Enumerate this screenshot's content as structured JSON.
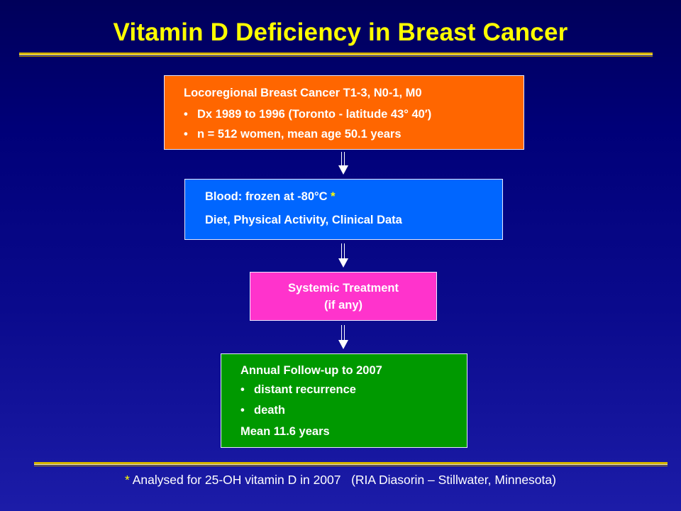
{
  "slide": {
    "title": "Vitamin D Deficiency in Breast Cancer"
  },
  "boxes": {
    "cohort": {
      "heading": "Locoregional Breast Cancer T1-3, N0-1, M0",
      "bullets": [
        "Dx 1989 to 1996 (Toronto - latitude 43° 40′)",
        "n = 512 women, mean age 50.1 years"
      ],
      "color": "#ff6600"
    },
    "blood": {
      "line1": "Blood: frozen at -80°C",
      "marker": "*",
      "line2": "Diet, Physical Activity, Clinical Data",
      "color": "#0066ff"
    },
    "treatment": {
      "line1": "Systemic Treatment",
      "line2": "(if any)",
      "color": "#ff33cc"
    },
    "followup": {
      "heading": "Annual Follow-up to 2007",
      "bullets": [
        "distant recurrence",
        "death"
      ],
      "footer": "Mean 11.6 years",
      "color": "#009900"
    }
  },
  "footnote": {
    "marker": "*",
    "text": " Analysed for 25-OH vitamin D in 2007   (RIA Diasorin – Stillwater, Minnesota)"
  },
  "colors": {
    "title": "#ffff00",
    "rule": "#d4b400",
    "background_top": "#00005a",
    "background_bottom": "#1c1ca8"
  }
}
